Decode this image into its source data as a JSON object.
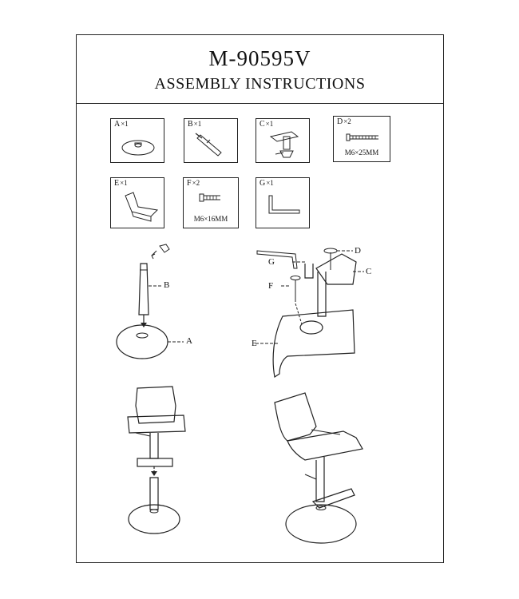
{
  "header": {
    "model": "M-90595V",
    "subtitle": "ASSEMBLY INSTRUCTIONS"
  },
  "parts": [
    {
      "letter": "A",
      "qty": "×1",
      "spec": ""
    },
    {
      "letter": "B",
      "qty": "×1",
      "spec": ""
    },
    {
      "letter": "C",
      "qty": "×1",
      "spec": ""
    },
    {
      "letter": "D",
      "qty": "×2",
      "spec": "M6×25MM"
    },
    {
      "letter": "E",
      "qty": "×1",
      "spec": ""
    },
    {
      "letter": "F",
      "qty": "×2",
      "spec": "M6×16MM"
    },
    {
      "letter": "G",
      "qty": "×1",
      "spec": ""
    }
  ],
  "step1_callouts": [
    "B",
    "A"
  ],
  "step2_callouts": [
    "D",
    "C",
    "G",
    "F",
    "E"
  ]
}
